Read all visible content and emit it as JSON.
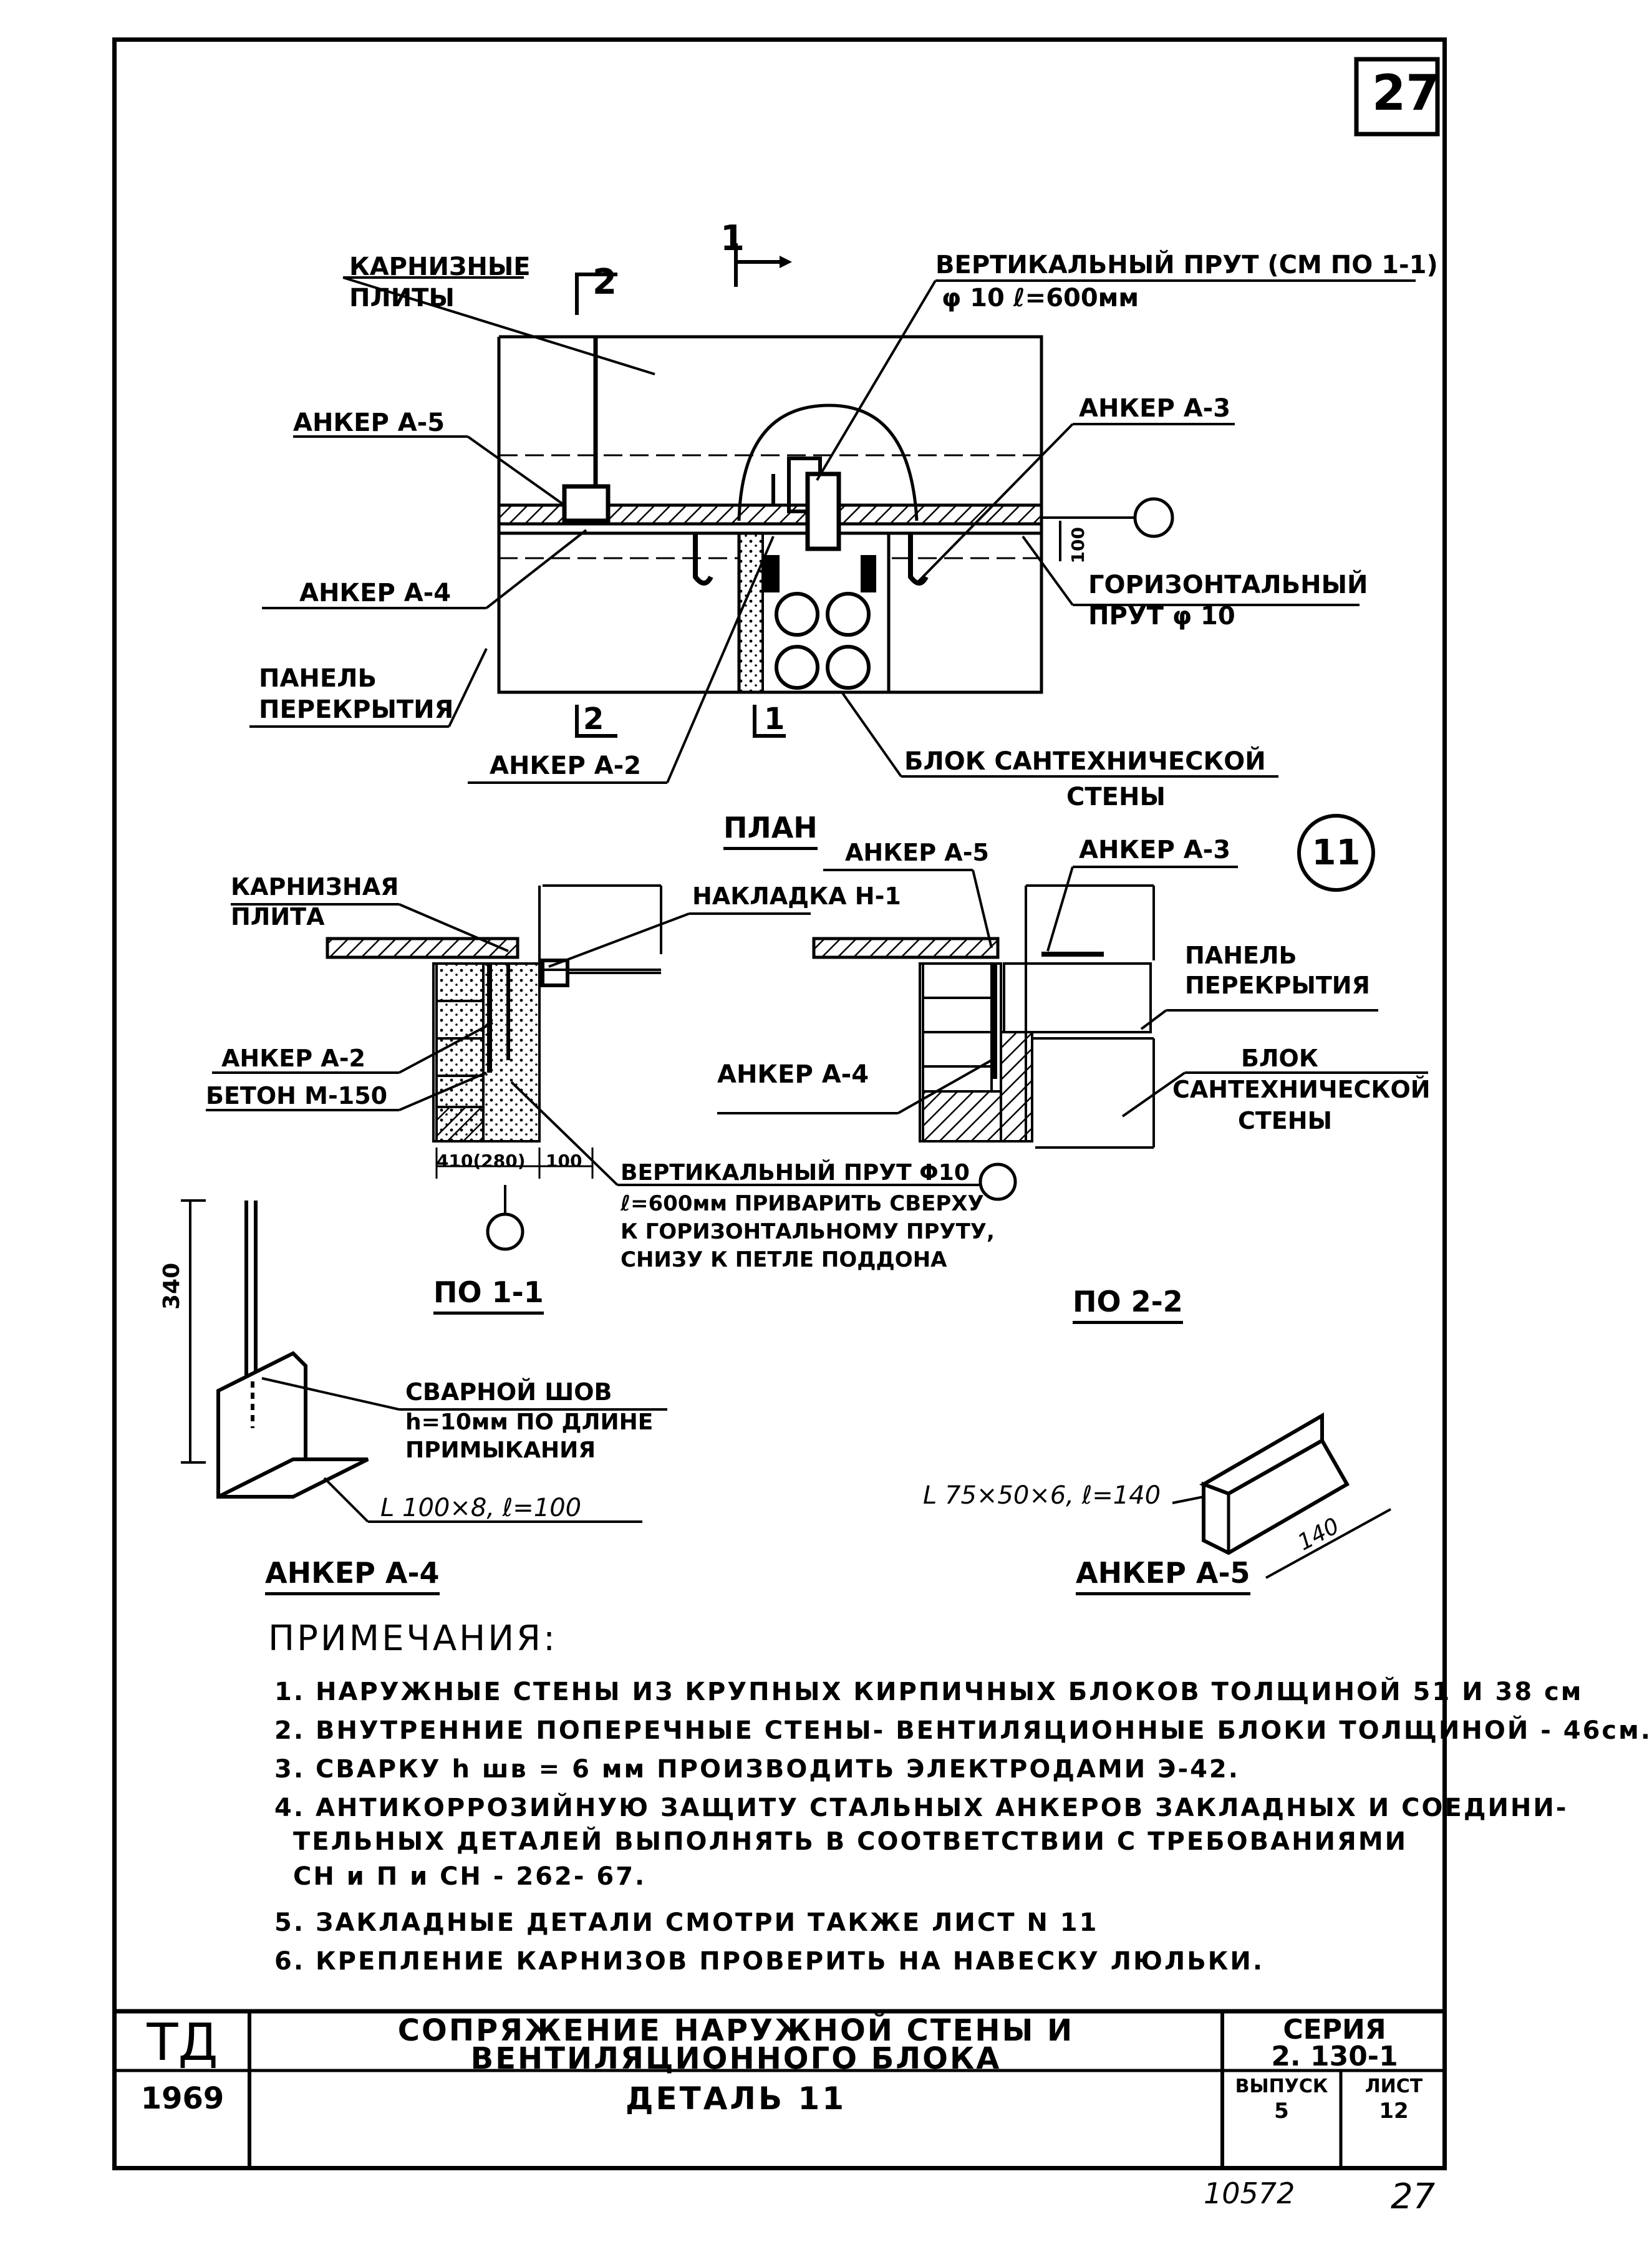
{
  "sheet_number": "27",
  "detail_marker": "11",
  "plan": {
    "title": "ПЛАН",
    "section_mark_1": "1",
    "section_mark_2": "2",
    "cornice_slabs": [
      "КАРНИЗНЫЕ",
      "ПЛИТЫ"
    ],
    "vertical_rod": [
      "ВЕРТИКАЛЬНЫЙ ПРУТ (СМ ПО 1-1)",
      "φ 10   ℓ=600мм"
    ],
    "anchor_a5": "АНКЕР А-5",
    "anchor_a3": "АНКЕР А-3",
    "anchor_a4": "АНКЕР А-4",
    "anchor_a2": "АНКЕР А-2",
    "dim_100": "100",
    "horizontal_rod": [
      "ГОРИЗОНТАЛЬНЫЙ",
      "ПРУТ  φ 10"
    ],
    "floor_panel": [
      "ПАНЕЛЬ",
      "ПЕРЕКРЫТИЯ"
    ],
    "sanitary_block": [
      "БЛОК  САНТЕХНИЧЕСКОЙ",
      "СТЕНЫ"
    ]
  },
  "section_1": {
    "title": "ПО  1-1",
    "cornice_slab": [
      "КАРНИЗНАЯ",
      "ПЛИТА"
    ],
    "overlay": "НАКЛАДКА  Н-1",
    "anchor_a2": "АНКЕР А-2",
    "concrete": "БЕТОН  М-150",
    "dims": [
      "410(280)",
      "100"
    ],
    "vertical_rod": [
      "ВЕРТИКАЛЬНЫЙ  ПРУТ  φ10",
      "ℓ=600мм  ПРИВАРИТЬ  СВЕРХУ",
      "К ГОРИЗОНТАЛЬНОМУ  ПРУТУ,",
      "СНИЗУ  К  ПЕТЛЕ  ПОДДОНА"
    ]
  },
  "section_2": {
    "title": "ПО  2-2",
    "anchor_a5": "АНКЕР А-5",
    "anchor_a3": "АНКЕР А-3",
    "anchor_a4": "АНКЕР А-4",
    "floor_panel": [
      "ПАНЕЛЬ",
      "ПЕРЕКРЫТИЯ"
    ],
    "sanitary_block": [
      "БЛОК",
      "САНТЕХНИЧЕСКОЙ",
      "СТЕНЫ"
    ]
  },
  "anchor_a4_detail": {
    "dim_340": "340",
    "weld": [
      "СВАРНОЙ  ШОВ",
      "h=10мм  ПО  ДЛИНЕ",
      "ПРИМЫКАНИЯ"
    ],
    "profile": "L 100×8,  ℓ=100",
    "title": "АНКЕР  А-4"
  },
  "anchor_a5_detail": {
    "profile": "L 75×50×6,  ℓ=140",
    "dim_140": "140",
    "title": "АНКЕР  А-5"
  },
  "notes": {
    "heading": "ПРИМЕЧАНИЯ:",
    "items": [
      "1. НАРУЖНЫЕ СТЕНЫ ИЗ КРУПНЫХ КИРПИЧНЫХ БЛОКОВ ТОЛЩИНОЙ  51 И 38 см",
      "2. ВНУТРЕННИЕ  ПОПЕРЕЧНЫЕ  СТЕНЫ- ВЕНТИЛЯЦИОННЫЕ БЛОКИ ТОЛЩИНОЙ - 46см.",
      "3. СВАРКУ   h шв = 6 мм  ПРОИЗВОДИТЬ  ЭЛЕКТРОДАМИ  Э-42.",
      "4. АНТИКОРРОЗИЙНУЮ ЗАЩИТУ СТАЛЬНЫХ АНКЕРОВ ЗАКЛАДНЫХ И СОЕДИНИ-",
      "ТЕЛЬНЫХ ДЕТАЛЕЙ  ВЫПОЛНЯТЬ  В  СООТВЕТСТВИИ  С ТРЕБОВАНИЯМИ",
      "СН и П   и   СН - 262- 67.",
      "5. ЗАКЛАДНЫЕ   ДЕТАЛИ    СМОТРИ  ТАКЖЕ  ЛИСТ  N  11",
      "6. КРЕПЛЕНИЕ  КАРНИЗОВ  ПРОВЕРИТЬ   НА  НАВЕСКУ   ЛЮЛЬКИ."
    ]
  },
  "title_block": {
    "org": "ТД",
    "year": "1969",
    "title_line1": "СОПРЯЖЕНИЕ   НАРУЖНОЙ  СТЕНЫ   И",
    "title_line2": "ВЕНТИЛЯЦИОННОГО   БЛОКА",
    "detail": "ДЕТАЛЬ  11",
    "series_label": "СЕРИЯ",
    "series_value": "2. 130-1",
    "issue_label": "ВЫПУСК",
    "issue_value": "5",
    "sheet_label": "ЛИСТ",
    "sheet_value": "12"
  },
  "footer": {
    "inventory_number": "10572",
    "page_number": "27"
  }
}
